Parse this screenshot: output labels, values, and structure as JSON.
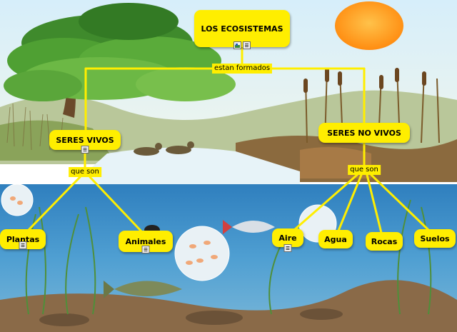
{
  "concept_map": {
    "root": {
      "id": "root",
      "label": "LOS ECOSISTEMAS",
      "icons": [
        "image-icon",
        "doc-icon"
      ]
    },
    "link_labels": {
      "formados": "estan formados",
      "que_son_vivos": "que son",
      "que_son_no_vivos": "que son"
    },
    "nodes": [
      {
        "id": "vivos",
        "label": "SERES VIVOS",
        "icons": [
          "doc-icon"
        ]
      },
      {
        "id": "no_vivos",
        "label": "SERES NO VIVOS",
        "icons": []
      },
      {
        "id": "plantas",
        "label": "Plantas",
        "icons": [
          "doc-icon"
        ]
      },
      {
        "id": "animales",
        "label": "Animales",
        "icons": [
          "doc-icon"
        ]
      },
      {
        "id": "aire",
        "label": "Aire",
        "icons": [
          "doc-icon"
        ]
      },
      {
        "id": "agua",
        "label": "Agua",
        "icons": []
      },
      {
        "id": "rocas",
        "label": "Rocas",
        "icons": []
      },
      {
        "id": "suelos",
        "label": "Suelos",
        "icons": []
      }
    ]
  },
  "colors": {
    "node_fill": "#ffee00",
    "connector": "#ffee00",
    "sky": "#cfe9f6",
    "water": "#3f92c8",
    "sun": "#ff9f1c"
  }
}
